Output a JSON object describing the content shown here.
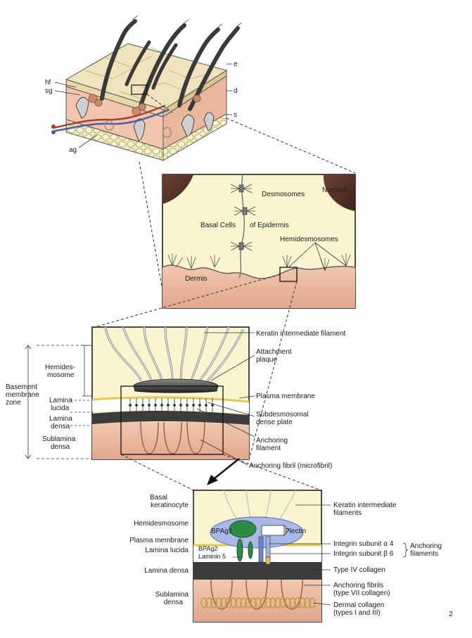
{
  "skin": {
    "letters": {
      "hf": "hf",
      "sg": "sg",
      "ag": "ag",
      "e": "e",
      "d": "d",
      "s": "s"
    }
  },
  "panel2": {
    "nucleus": "Nucleus",
    "desmosomes": "Desmosomes",
    "basal_cells": "Basal Cells",
    "of_epidermis": "of Epidermis",
    "hemidesmosomes": "Hemidesmosomes",
    "dermis": "Dermis"
  },
  "panel3": {
    "keratin": "Keratin intermediate filament",
    "attachment_1": "Attachment",
    "attachment_2": "plaque",
    "plasma_membrane": "Plasma membrane",
    "subdesmosomal_1": "Subdesmosomal",
    "subdesmosomal_2": "dense plate",
    "anchoring_filament_1": "Anchoring",
    "anchoring_filament_2": "filament",
    "anchoring_fibril": "Anchoring fibril (microfibril)",
    "bmz_1": "Basement",
    "bmz_2": "membrane",
    "bmz_3": "zone",
    "hemides_1": "Hemides-",
    "hemides_2": "mosome",
    "lucida_1": "Lamina",
    "lucida_2": "lucida",
    "densa_1": "Lamina",
    "densa_2": "densa",
    "sublamina_1": "Sublamina",
    "sublamina_2": "densa"
  },
  "panel4": {
    "basal_1": "Basal",
    "basal_2": "keratinocyte",
    "hemidesmosome": "Hemidesmosome",
    "plasma_membrane": "Plasma membrane",
    "lamina_lucida": "Lamina lucida",
    "lamina_densa": "Lamina densa",
    "sublamina_1": "Sublamina",
    "sublamina_2": "densa",
    "bpag1": "BPAg1",
    "plectin": "Plectin",
    "bpag2": "BPAg2",
    "laminin5": "Laminin 5",
    "keratin_1": "Keratin intermediate",
    "keratin_2": "filaments",
    "integrin_a4": "Integrin subunit α 4",
    "integrin_b6": "Integrin subunit β 6",
    "anchoring_1": "Anchoring",
    "anchoring_2": "filaments",
    "type4": "Type IV collagen",
    "fibrils_1": "Anchoring fibrils",
    "fibrils_2": "(type VII collagen)",
    "dermal_1": "Dermal collagen",
    "dermal_2": "(types I and III)"
  },
  "page_number": "2"
}
